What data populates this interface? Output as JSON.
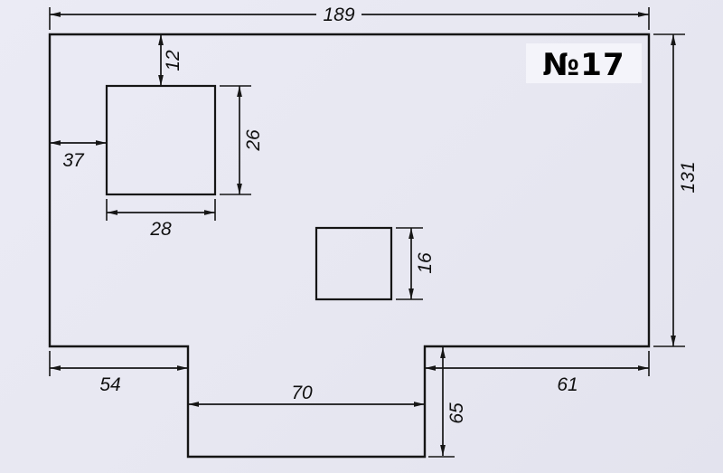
{
  "drawing": {
    "label": "№17",
    "dimensions": {
      "total_width": "189",
      "total_height": "131",
      "square1_top_gap": "12",
      "square1_height": "26",
      "square1_left_gap": "37",
      "square1_width": "28",
      "square2_size": "16",
      "bottom_left_width": "54",
      "slot_width": "70",
      "bottom_right_width": "61",
      "tab_depth": "65"
    }
  }
}
